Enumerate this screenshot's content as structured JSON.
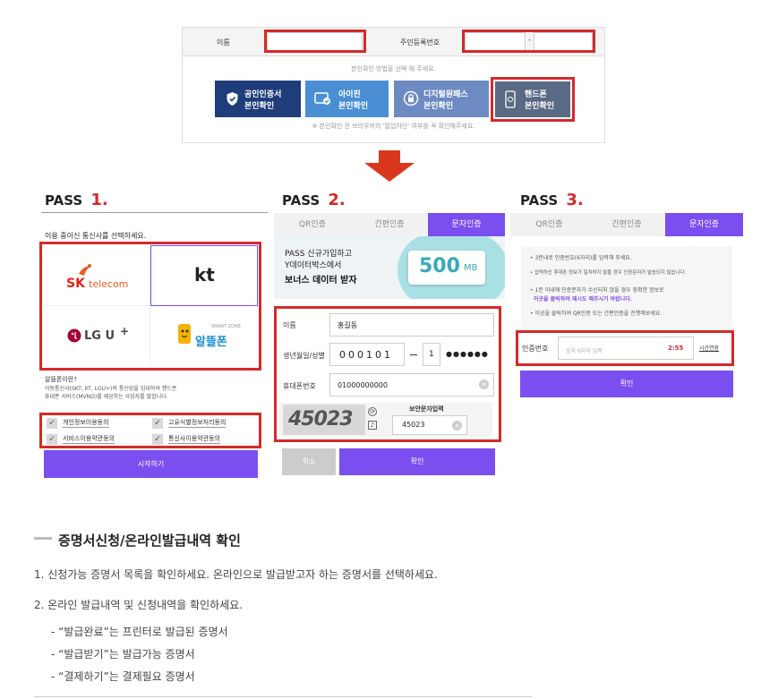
{
  "top_form": {
    "name_label": "이름",
    "rrn_label": "주민등록번호",
    "rrn_dash": "-",
    "instruction": "본인확인 방법을 선택 해 주세요.",
    "note": "※ 본인확인 전 브라우저의 '팝업차단' 여부를 꼭 확인해주세요.",
    "methods": [
      {
        "line1": "공인인증서",
        "line2": "본인확인",
        "icon": "shield-icon",
        "color": "#1e3d7a"
      },
      {
        "line1": "아이핀",
        "line2": "본인확인",
        "icon": "ipin-icon",
        "color": "#4a8fd4"
      },
      {
        "line1": "디지털원패스",
        "line2": "본인확인",
        "icon": "onepass-icon",
        "color": "#6d8bc2"
      },
      {
        "line1": "핸드폰",
        "line2": "본인확인",
        "icon": "phone-icon",
        "color": "#5a6a84"
      }
    ]
  },
  "arrow": {
    "icon": "arrow-down-icon",
    "color": "#d9381e"
  },
  "pass1": {
    "brand": "PASS",
    "step": "1.",
    "instruction": "이용 중이신 통신사를 선택하세요.",
    "carriers": [
      {
        "sk_main": "SK",
        "sk_sub": "telecom"
      },
      {
        "kt": "kt"
      },
      {
        "lg_main": "LG U",
        "lg_plus": "+"
      },
      {
        "small": "알뜰폰",
        "small_en": "SMART ZONE"
      }
    ],
    "mvno_title": "알뜰폰이란?",
    "mvno_desc1": "이동통신사(SKT, KT, LGU+)의 통신망을 임대하여 핸드폰",
    "mvno_desc2": "휴대폰 서비스(MVNO)를 제공하는 사업자를 말합니다.",
    "agreements": [
      "개인정보이용동의",
      "고유식별정보처리동의",
      "서비스이용약관동의",
      "통신사이용약관동의"
    ],
    "start_button": "시작하기"
  },
  "pass2": {
    "brand": "PASS",
    "step": "2.",
    "tabs": [
      "QR인증",
      "간편인증",
      "문자인증"
    ],
    "banner_line1": "PASS 신규가입하고",
    "banner_line2": "Y데이터박스에서",
    "banner_line3": "보너스 데이터 받자",
    "banner_amount": "500",
    "banner_unit": "MB",
    "name_label": "이름",
    "name_value": "홍길동",
    "birth_label": "생년월일/성별",
    "birth_value": "000101",
    "gender_value": "1",
    "gender_mask": "●●●●●●",
    "phone_label": "휴대폰번호",
    "phone_value": "01000000000",
    "captcha_text": "45023",
    "captcha_label": "보안문자입력",
    "captcha_value": "45023",
    "cancel_button": "취소",
    "confirm_button": "확인"
  },
  "pass3": {
    "brand": "PASS",
    "step": "3.",
    "tabs": [
      "QR인증",
      "간편인증",
      "문자인증"
    ],
    "notes": [
      "• 3분내로 인증번호(6자리)를 입력해 주세요.",
      "• 입력하신 휴대폰 정보가 일치하지 않을 경우 인증문자가 발송되지 않습니다.",
      "• 1분 이내에 인증문자가 수신되지 않을 경우 정확한 정보로",
      "이곳을 클릭하여 재시도 해주시기 바랍니다.",
      "• 이곳을 클릭하여 QR인증 또는 간편인증을 진행해보세요."
    ],
    "code_label": "인증번호",
    "code_placeholder": "숫자 6자리 입력",
    "timer": "2:55",
    "extend": "시간연장",
    "confirm_button": "확인"
  },
  "section": {
    "title": "증명서신청/온라인발급내역 확인",
    "step1": "1. 신청가능 증명서 목록을 확인하세요. 온라인으로 발급받고자 하는 증명서를 선택하세요.",
    "step2": "2. 온라인 발급내역 및 신청내역을 확인하세요.",
    "bullets": [
      "- “발급완료”는 프린터로 발급된 증명서",
      "- “발급받기”는 발급가능 증명서",
      "- “결제하기”는 결제필요 증명서"
    ]
  }
}
